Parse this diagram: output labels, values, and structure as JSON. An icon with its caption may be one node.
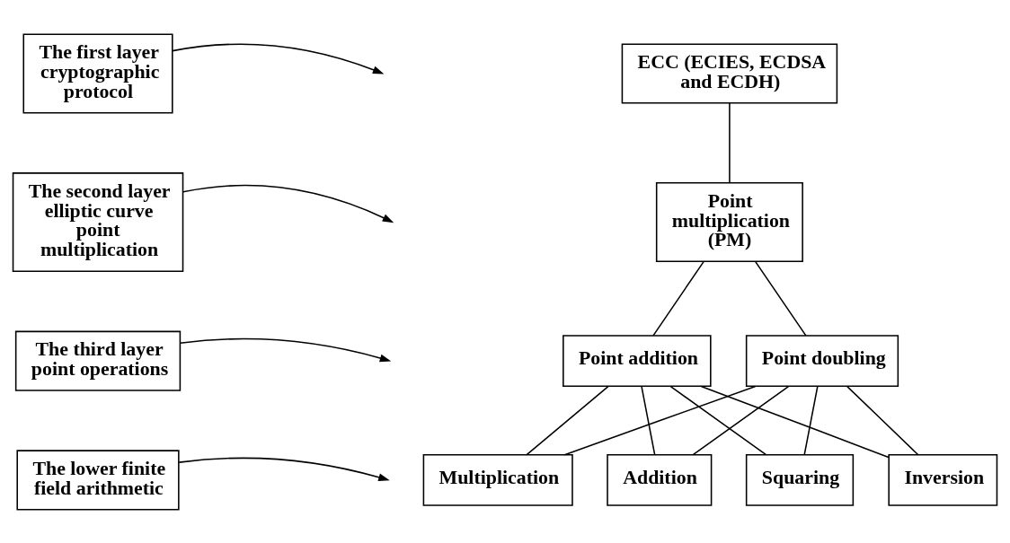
{
  "diagram": {
    "nodes": [
      {
        "text": [
          "The first layer cryptographic protocol"
        ]
      },
      {
        "text": [
          "ECC (ECIES, ECDSA and ECDH)"
        ]
      },
      {
        "text": [
          "The second layer elliptic curve point multiplication"
        ]
      },
      {
        "text": [
          "Point multiplication (PM)"
        ]
      },
      {
        "text": [
          "The third layer point operations"
        ]
      },
      {
        "text": [
          "Point addition"
        ]
      },
      {
        "text": [
          "Point doubling"
        ]
      },
      {
        "text": [
          "The lower finite field arithmetic"
        ]
      },
      {
        "text": [
          "Multiplication"
        ]
      },
      {
        "text": [
          "Addition"
        ]
      },
      {
        "text": [
          "Squaring"
        ]
      },
      {
        "text": [
          "Inversion"
        ]
      }
    ],
    "edges": [
      {
        "from": 0,
        "to": null,
        "arrow": "to"
      },
      {
        "from": 1,
        "to": 3,
        "arrow": "none"
      },
      {
        "from": 2,
        "to": null,
        "arrow": "to"
      },
      {
        "from": 3,
        "to": 5,
        "arrow": "none"
      },
      {
        "from": 3,
        "to": 6,
        "arrow": "none"
      },
      {
        "from": 4,
        "to": null,
        "arrow": "to"
      },
      {
        "from": 5,
        "to": 8,
        "arrow": "none"
      },
      {
        "from": 5,
        "to": 9,
        "arrow": "none"
      },
      {
        "from": 5,
        "to": 10,
        "arrow": "none"
      },
      {
        "from": 5,
        "to": 11,
        "arrow": "none"
      },
      {
        "from": 6,
        "to": 8,
        "arrow": "none"
      },
      {
        "from": 6,
        "to": 9,
        "arrow": "none"
      },
      {
        "from": 6,
        "to": 10,
        "arrow": "none"
      },
      {
        "from": 6,
        "to": 11,
        "arrow": "none"
      },
      {
        "from": 7,
        "to": null,
        "arrow": "to"
      }
    ]
  }
}
